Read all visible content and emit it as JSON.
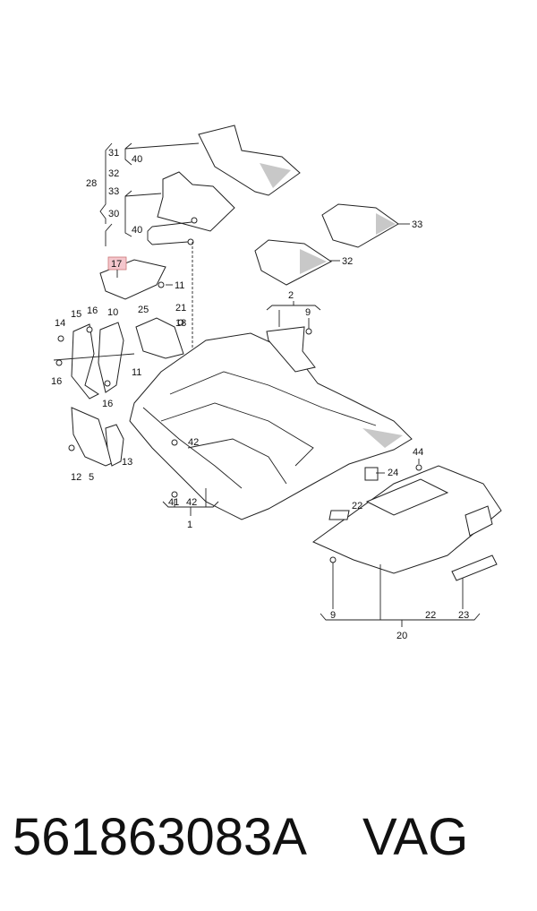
{
  "diagram": {
    "labels": {
      "l31": "31",
      "l40a": "40",
      "l32": "32",
      "l28": "28",
      "l33a": "33",
      "l30": "30",
      "l40b": "40",
      "l33b": "33",
      "l32b": "32",
      "l17": "17",
      "l11a": "11",
      "l2": "2",
      "l9a": "9",
      "l14": "14",
      "l15": "15",
      "l16a": "16",
      "l10": "10",
      "l25": "25",
      "l21": "21",
      "l18": "18",
      "l11b": "11",
      "l16b": "16",
      "l16c": "16",
      "l42a": "42",
      "l44": "44",
      "l24": "24",
      "l22a": "22",
      "l12": "12",
      "l5": "5",
      "l13": "13",
      "l41": "41",
      "l42b": "42",
      "l1": "1",
      "l9b": "9",
      "l22b": "22",
      "l23": "23",
      "l20": "20"
    }
  },
  "caption": {
    "part_number": "561863083A",
    "brand": "VAG"
  }
}
